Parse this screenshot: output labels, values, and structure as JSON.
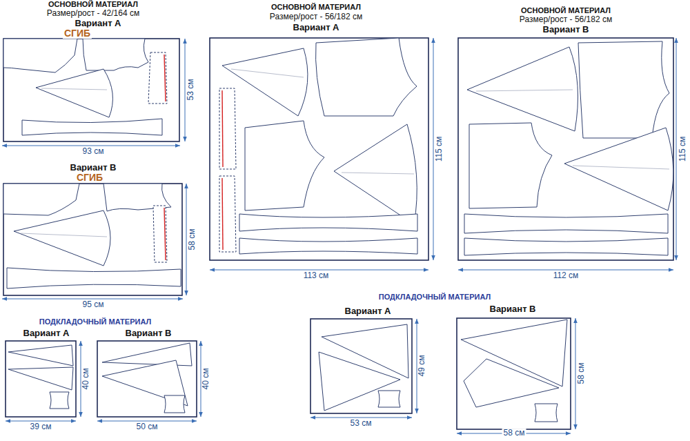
{
  "diagram": {
    "labels": [
      "ОСНОВНОЙ МАТЕРИАЛ",
      "Размер/рост - 42/164 см",
      "Вариант А",
      "СГИБ",
      "53 см",
      "93 см",
      "Вариант В",
      "СГИБ",
      "58 см",
      "95 см",
      "ОСНОВНОЙ МАТЕРИАЛ",
      "Размер/рост - 56/182 см",
      "Вариант А",
      "115 см",
      "113 см",
      "ОСНОВНОЙ МАТЕРИАЛ",
      "Размер/рост - 56/182 см",
      "Вариант В",
      "115 см",
      "112 см",
      "ПОДКЛАДОЧНЫЙ МАТЕРИАЛ",
      "Вариант А",
      "Вариант В",
      "40 см",
      "39 см",
      "40 см",
      "50 см",
      "ПОДКЛАДОЧНЫЙ МАТЕРИАЛ",
      "Вариант А",
      "Вариант В",
      "49 см",
      "53 см",
      "58 см",
      "58 см"
    ]
  }
}
